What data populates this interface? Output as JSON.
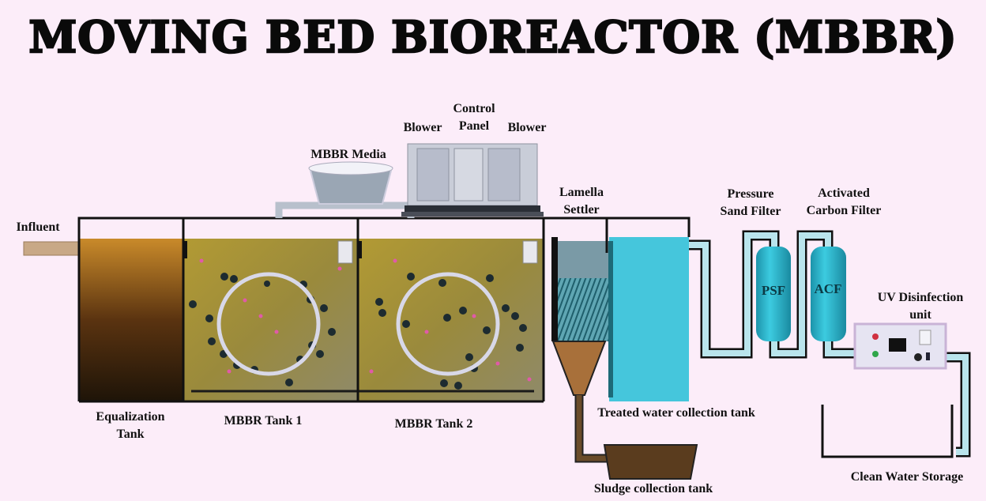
{
  "title": "MOVING BED BIOREACTOR (MBBR)",
  "labels": {
    "influent": "Influent",
    "mbbr_media": "MBBR Media",
    "blower_left": "Blower",
    "control_panel_1": "Control",
    "control_panel_2": "Panel",
    "blower_right": "Blower",
    "lamella_1": "Lamella",
    "lamella_2": "Settler",
    "psf_1": "Pressure",
    "psf_2": "Sand Filter",
    "acf_1": "Activated",
    "acf_2": "Carbon Filter",
    "uv_1": "UV Disinfection",
    "uv_2": "unit",
    "equalization_1": "Equalization",
    "equalization_2": "Tank",
    "mbbr_tank_1": "MBBR Tank 1",
    "mbbr_tank_2": "MBBR Tank 2",
    "treated_tank": "Treated water collection tank",
    "sludge_tank": "Sludge collection tank",
    "clean_storage": "Clean Water Storage",
    "psf_short": "PSF",
    "acf_short": "ACF"
  },
  "colors": {
    "background": "#fcedf9",
    "outline": "#111111",
    "treated_water": "#3fc6dc",
    "pipe": "#b9e4ec",
    "filter": "#2aaec4",
    "mbbr_liquid": "#a08a2a"
  }
}
